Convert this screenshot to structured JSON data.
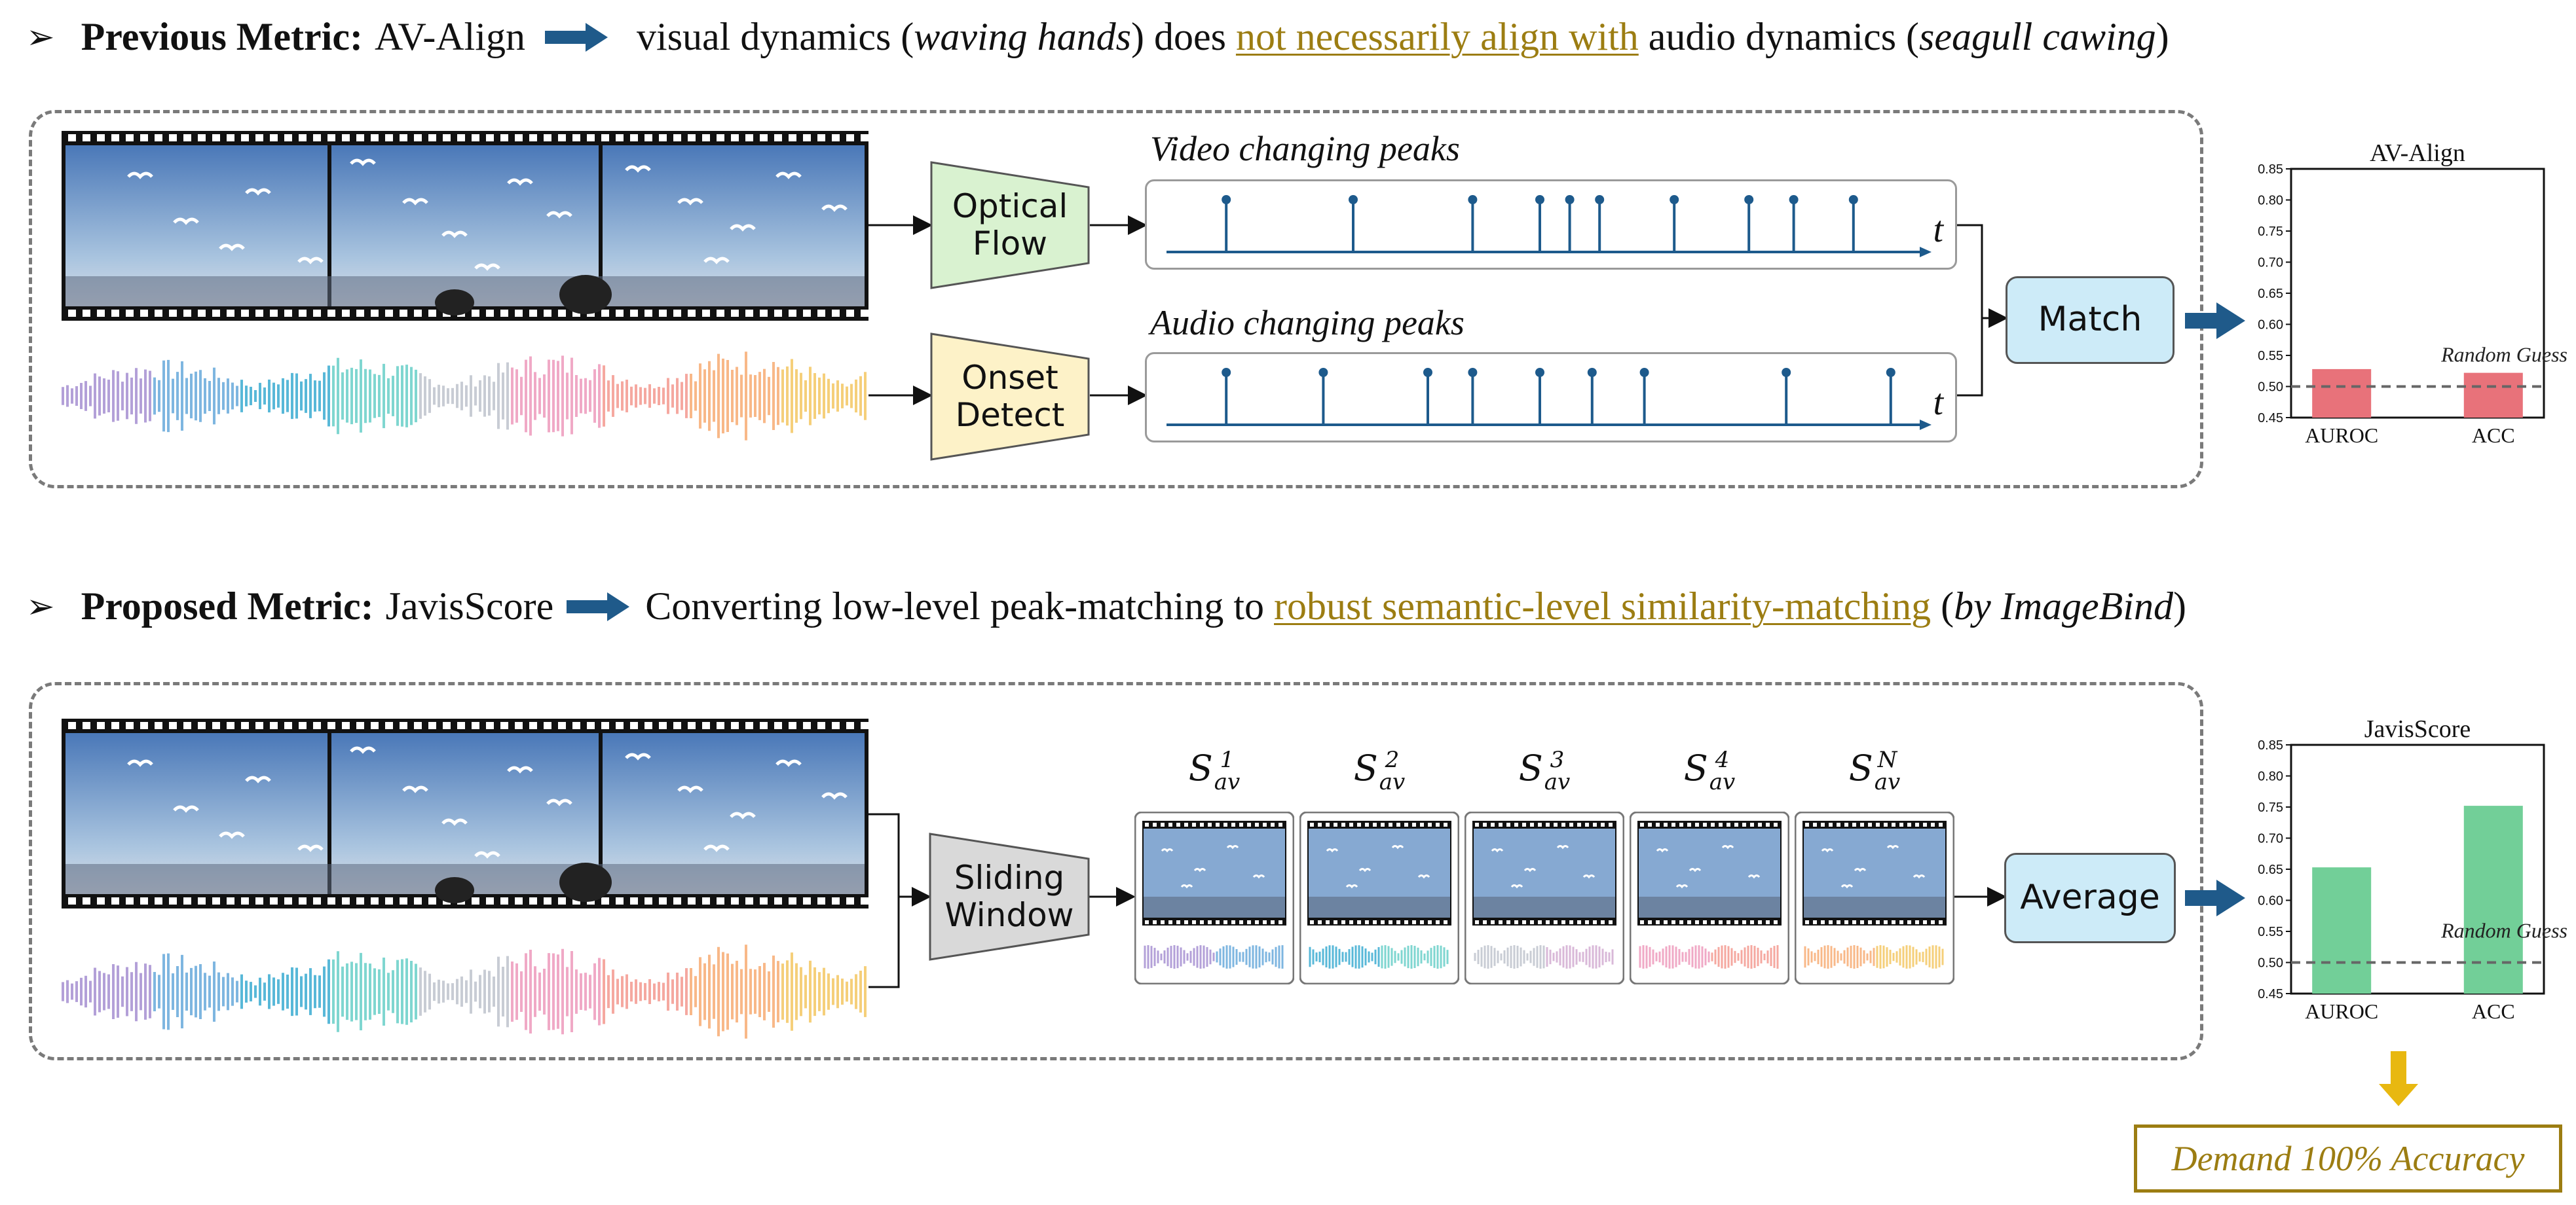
{
  "rows": [
    {
      "label": "Previous Metric:",
      "metric": "AV-Align",
      "text_a": "visual dynamics (",
      "text_a_it": "waving hands",
      "text_b": ") does ",
      "highlight": "not necessarily align with",
      "text_c": " audio dynamics (",
      "text_c_it": "seagull cawing",
      "text_d": ")"
    },
    {
      "label": "Proposed Metric:",
      "metric": "JavisScore",
      "text_a": "Converting low-level peak-matching to ",
      "highlight": "robust semantic-level similarity-matching",
      "text_b": " (",
      "text_b_it": "by ImageBind",
      "text_c": ")"
    }
  ],
  "top_panel": {
    "optical_flow": "Optical Flow",
    "onset_detect": "Onset Detect",
    "video_peaks": "Video changing peaks",
    "audio_peaks": "Audio changing peaks",
    "t_label": "t",
    "match": "Match",
    "video_peak_positions": [
      0.08,
      0.25,
      0.41,
      0.5,
      0.54,
      0.58,
      0.68,
      0.78,
      0.84,
      0.92
    ],
    "audio_peak_positions": [
      0.08,
      0.21,
      0.35,
      0.41,
      0.5,
      0.57,
      0.64,
      0.83,
      0.97
    ]
  },
  "bottom_panel": {
    "sliding_window": "Sliding Window",
    "average": "Average",
    "windows": [
      {
        "base": "S",
        "sup": "1",
        "sub": "av"
      },
      {
        "base": "S",
        "sup": "2",
        "sub": "av"
      },
      {
        "base": "S",
        "sup": "3",
        "sub": "av"
      },
      {
        "base": "S",
        "sup": "4",
        "sub": "av"
      },
      {
        "base": "S",
        "sup": "N",
        "sub": "av"
      }
    ]
  },
  "colors": {
    "optical_flow_fill": "#d9f2d0",
    "onset_fill": "#fdf2c8",
    "match_fill": "#cdebf8",
    "sliding_fill": "#d9d9d9",
    "stem": "#1d5a8c",
    "arrow_blue": "#1f5a8a",
    "bar_red": "#e8727a",
    "bar_green": "#72cf98",
    "gold": "#9c7d12",
    "gold_arrow": "#e8b810"
  },
  "chart_data": [
    {
      "type": "bar",
      "title": "AV-Align",
      "categories": [
        "AUROC",
        "ACC"
      ],
      "values": [
        0.528,
        0.522
      ],
      "ylim": [
        0.45,
        0.85
      ],
      "yticks": [
        "0.45",
        "0.50",
        "0.55",
        "0.60",
        "0.65",
        "0.70",
        "0.75",
        "0.80",
        "0.85"
      ],
      "reference_line": {
        "label": "Random Guess",
        "value": 0.5
      }
    },
    {
      "type": "bar",
      "title": "JavisScore",
      "categories": [
        "AUROC",
        "ACC"
      ],
      "values": [
        0.653,
        0.752
      ],
      "ylim": [
        0.45,
        0.85
      ],
      "yticks": [
        "0.45",
        "0.50",
        "0.55",
        "0.60",
        "0.65",
        "0.70",
        "0.75",
        "0.80",
        "0.85"
      ],
      "reference_line": {
        "label": "Random Guess",
        "value": 0.5
      }
    }
  ],
  "demand_label": "Demand 100% Accuracy"
}
